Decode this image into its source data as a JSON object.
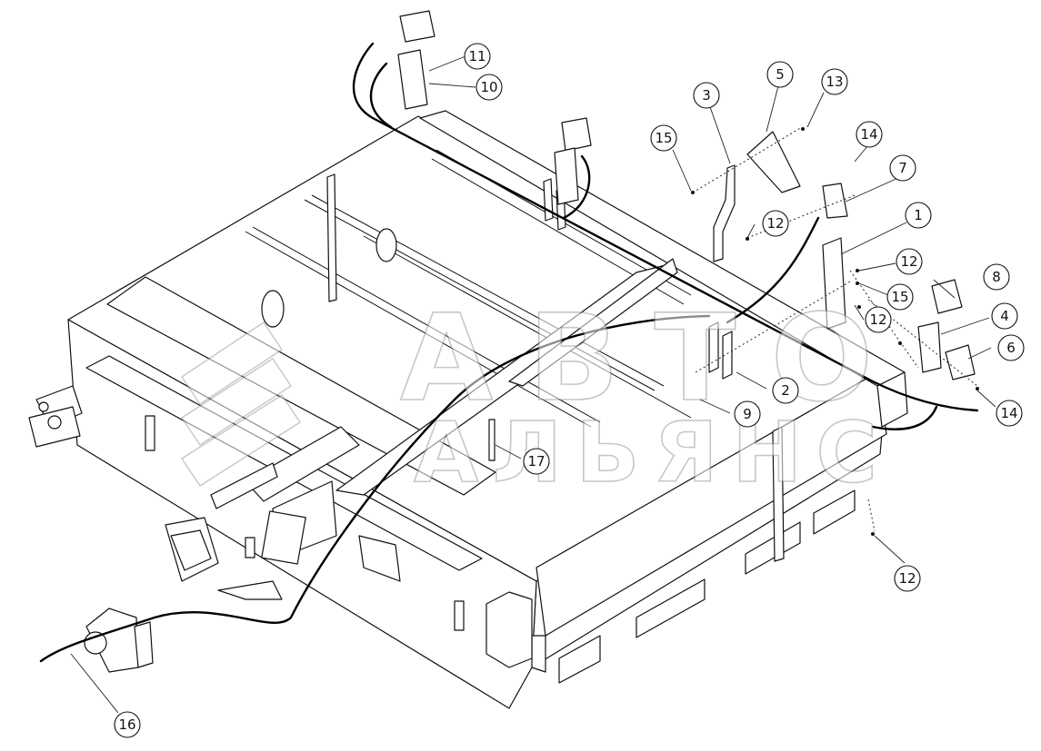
{
  "watermark": {
    "line1": "АВТО",
    "line2": "АЛЬЯНС"
  },
  "callouts": [
    {
      "id": "c1",
      "label": "1"
    },
    {
      "id": "c2",
      "label": "2"
    },
    {
      "id": "c3",
      "label": "3"
    },
    {
      "id": "c4",
      "label": "4"
    },
    {
      "id": "c5",
      "label": "5"
    },
    {
      "id": "c6",
      "label": "6"
    },
    {
      "id": "c7",
      "label": "7"
    },
    {
      "id": "c8",
      "label": "8"
    },
    {
      "id": "c9",
      "label": "9"
    },
    {
      "id": "c10",
      "label": "10"
    },
    {
      "id": "c11",
      "label": "11"
    },
    {
      "id": "c12a",
      "label": "12"
    },
    {
      "id": "c12b",
      "label": "12"
    },
    {
      "id": "c12c",
      "label": "12"
    },
    {
      "id": "c12d",
      "label": "12"
    },
    {
      "id": "c13",
      "label": "13"
    },
    {
      "id": "c14a",
      "label": "14"
    },
    {
      "id": "c14b",
      "label": "14"
    },
    {
      "id": "c15a",
      "label": "15"
    },
    {
      "id": "c15b",
      "label": "15"
    },
    {
      "id": "c16",
      "label": "16"
    },
    {
      "id": "c17",
      "label": "17"
    }
  ]
}
